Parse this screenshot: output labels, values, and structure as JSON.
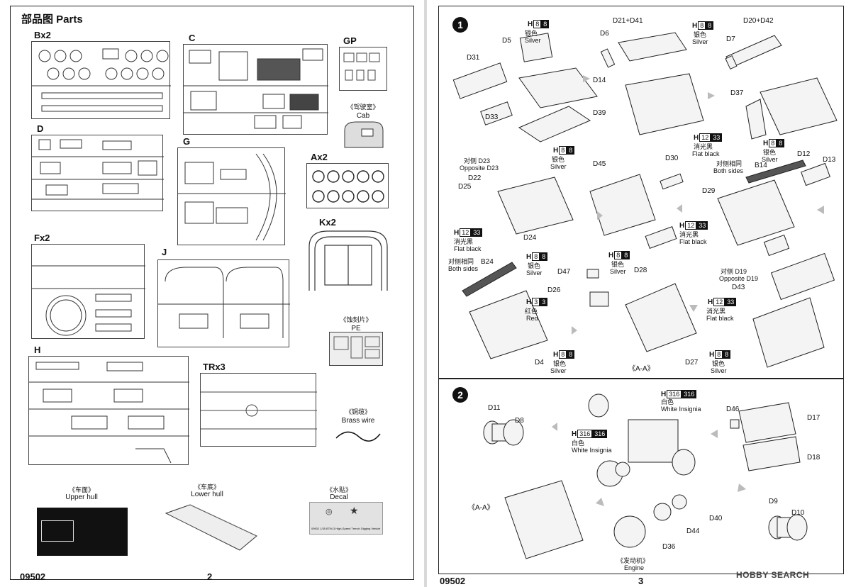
{
  "left_page": {
    "title": "部品图  Parts",
    "page_number": "2",
    "doc_code": "09502",
    "sprues": {
      "B": "Bx2",
      "C": "C",
      "GP": "GP",
      "D": "D",
      "G": "G",
      "A": "Ax2",
      "F": "Fx2",
      "J": "J",
      "K": "Kx2",
      "H": "H",
      "TR": "TRx3"
    },
    "cab": {
      "cn": "《驾驶室》",
      "en": "Cab"
    },
    "pe": {
      "cn": "《蚀刻片》",
      "en": "PE"
    },
    "brass": {
      "cn": "《铜缆》",
      "en": "Brass wire"
    },
    "upper_hull": {
      "cn": "《车面》",
      "en": "Upper hull"
    },
    "lower_hull": {
      "cn": "《车底》",
      "en": "Lower hull"
    },
    "decal": {
      "cn": "《水贴》",
      "en": "Decal"
    },
    "decal_caption": "09502 1/35 BTM-3 High-Speed Trench Digging Vehicle"
  },
  "right_page": {
    "page_number": "3",
    "doc_code": "09502",
    "watermark": "HOBBY SEARCH",
    "steps": [
      "1",
      "2"
    ],
    "colors": {
      "silver": {
        "code": "8",
        "cn": "银色",
        "en": "Silver"
      },
      "flat_black": {
        "code": "33",
        "code2": "12",
        "cn": "消光黑",
        "en": "Flat black"
      },
      "red": {
        "code": "3",
        "code2": "3",
        "cn": "红色",
        "en": "Red"
      },
      "white": {
        "code": "316",
        "code2": "316",
        "cn": "白色",
        "en": "White Insignia"
      }
    },
    "h_label": "H",
    "step1_parts": {
      "d5": "D5",
      "d31": "D31",
      "d33": "D33",
      "d14": "D14",
      "d39": "D39",
      "d6": "D6",
      "d21d41": "D21+D41",
      "d20d42": "D20+D42",
      "d7": "D7",
      "d37": "D37",
      "d22": "D22",
      "d25": "D25",
      "d24": "D24",
      "d45": "D45",
      "d30": "D30",
      "d29": "D29",
      "b14": "B14",
      "d12": "D12",
      "d13": "D13",
      "b24": "B24",
      "d47": "D47",
      "d28": "D28",
      "d26": "D26",
      "d4": "D4",
      "d27": "D27",
      "d43": "D43",
      "aa": "《A-A》"
    },
    "notes": {
      "opp_d23_cn": "对侧 D23",
      "opp_d23_en": "Opposite D23",
      "both_cn": "对侧相同",
      "both_en": "Both sides",
      "opp_d19_cn": "对侧 D19",
      "opp_d19_en": "Opposite D19"
    },
    "step2_parts": {
      "d11": "D11",
      "d8": "D8",
      "d46": "D46",
      "d17": "D17",
      "d18": "D18",
      "d9": "D9",
      "d10": "D10",
      "d40": "D40",
      "d44": "D44",
      "d36": "D36",
      "aa": "《A-A》"
    },
    "engine": {
      "cn": "《发动机》",
      "en": "Engine"
    }
  },
  "accent_colors": {
    "ink": "#111111",
    "gray": "#d9d9d9"
  }
}
